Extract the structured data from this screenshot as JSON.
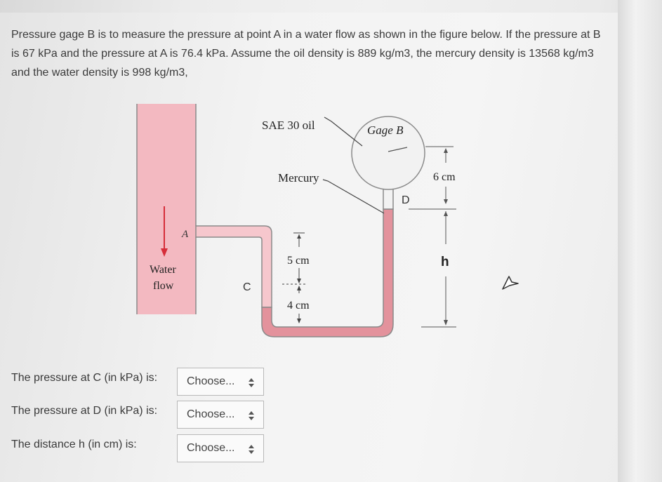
{
  "question": {
    "text": "Pressure gage B is to measure the pressure at point A in a water flow as shown in the figure below. If the pressure at B is 67 kPa and the pressure at A is 76.4 kPa. Assume the oil density is 889 kg/m3, the mercury density is 13568 kg/m3 and the water density is 998 kg/m3,"
  },
  "figure": {
    "sae_oil_label": "SAE 30 oil",
    "gage_label": "Gage B",
    "mercury_label": "Mercury",
    "dim_6cm": "6 cm",
    "point_d": "D",
    "point_a": "A",
    "dim_h": "h",
    "dim_5cm": "5 cm",
    "water_label_1": "Water",
    "water_label_2": "flow",
    "point_c": "C",
    "dim_4cm": "4 cm"
  },
  "answers": [
    {
      "label": "The pressure at C (in kPa) is:",
      "selected": "Choose..."
    },
    {
      "label": "The pressure at D (in kPa) is:",
      "selected": "Choose..."
    },
    {
      "label": "The distance h (in cm) is:",
      "selected": "Choose..."
    }
  ],
  "colors": {
    "water": "#f3b5be",
    "mercury": "#e0848f",
    "border": "#b8b8b8"
  }
}
